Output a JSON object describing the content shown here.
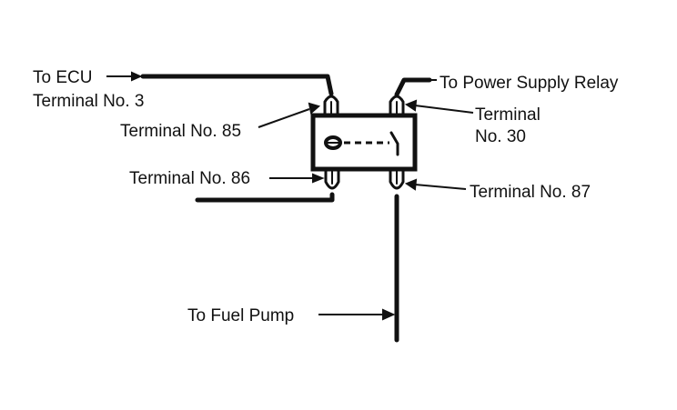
{
  "diagram": {
    "labels": {
      "to_ecu": "To ECU",
      "ecu_terminal": "Terminal No. 3",
      "terminal_85": "Terminal No. 85",
      "terminal_86": "Terminal No. 86",
      "to_power_supply_relay": "To Power Supply Relay",
      "terminal_30_line1": "Terminal",
      "terminal_30_line2": "No. 30",
      "terminal_87": "Terminal No. 87",
      "to_fuel_pump": "To Fuel Pump"
    },
    "colors": {
      "ink": "#111111",
      "background": "#ffffff"
    }
  }
}
